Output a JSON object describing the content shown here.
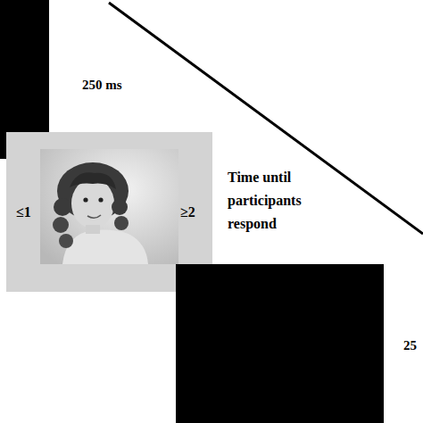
{
  "diagram": {
    "nodes": [
      {
        "text": [
          "≤1",
          "≥2"
        ]
      }
    ],
    "labels": [
      "250 ms",
      "Time until participants respond",
      "25"
    ]
  }
}
